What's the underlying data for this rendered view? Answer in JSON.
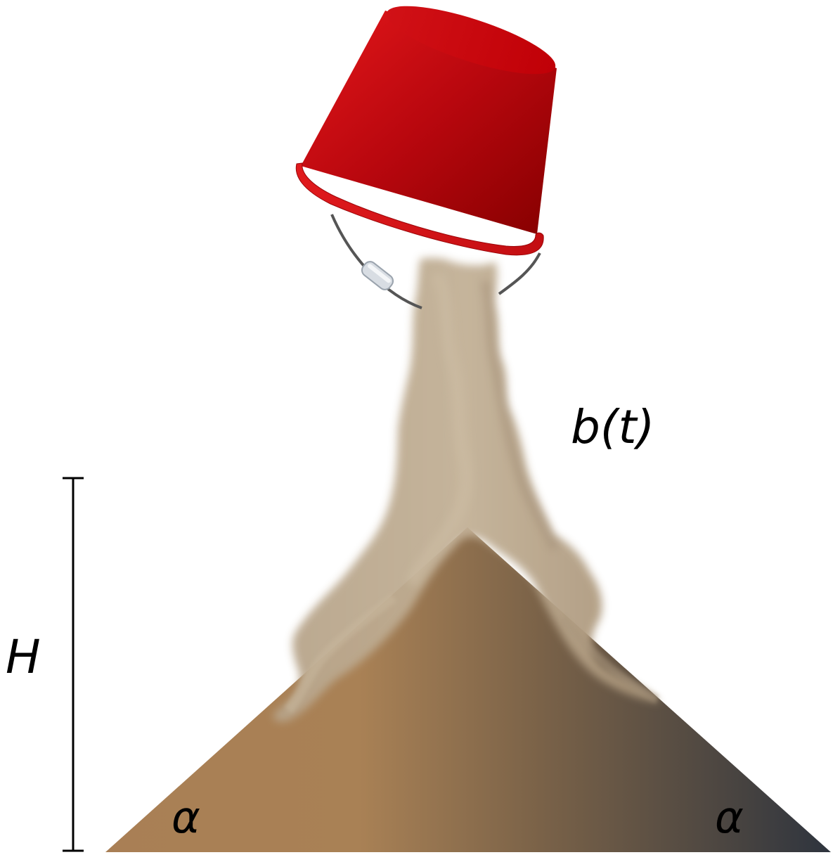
{
  "labels": {
    "height": "H",
    "stream_width": "b(t)",
    "angle_left": "α",
    "angle_right": "α"
  },
  "colors": {
    "bucket_light": "#e4171a",
    "bucket_dark": "#850000",
    "sand_light": "#a97f55",
    "sand_dark": "#2e343e",
    "dust": "#b8a68c",
    "handle": "#555555",
    "handle_grip": "#d8dde3",
    "measure_line": "#000000"
  },
  "icons": {
    "bucket": "bucket-icon",
    "sand_pile": "sand-pile-icon",
    "sand_stream": "sand-stream-icon"
  }
}
